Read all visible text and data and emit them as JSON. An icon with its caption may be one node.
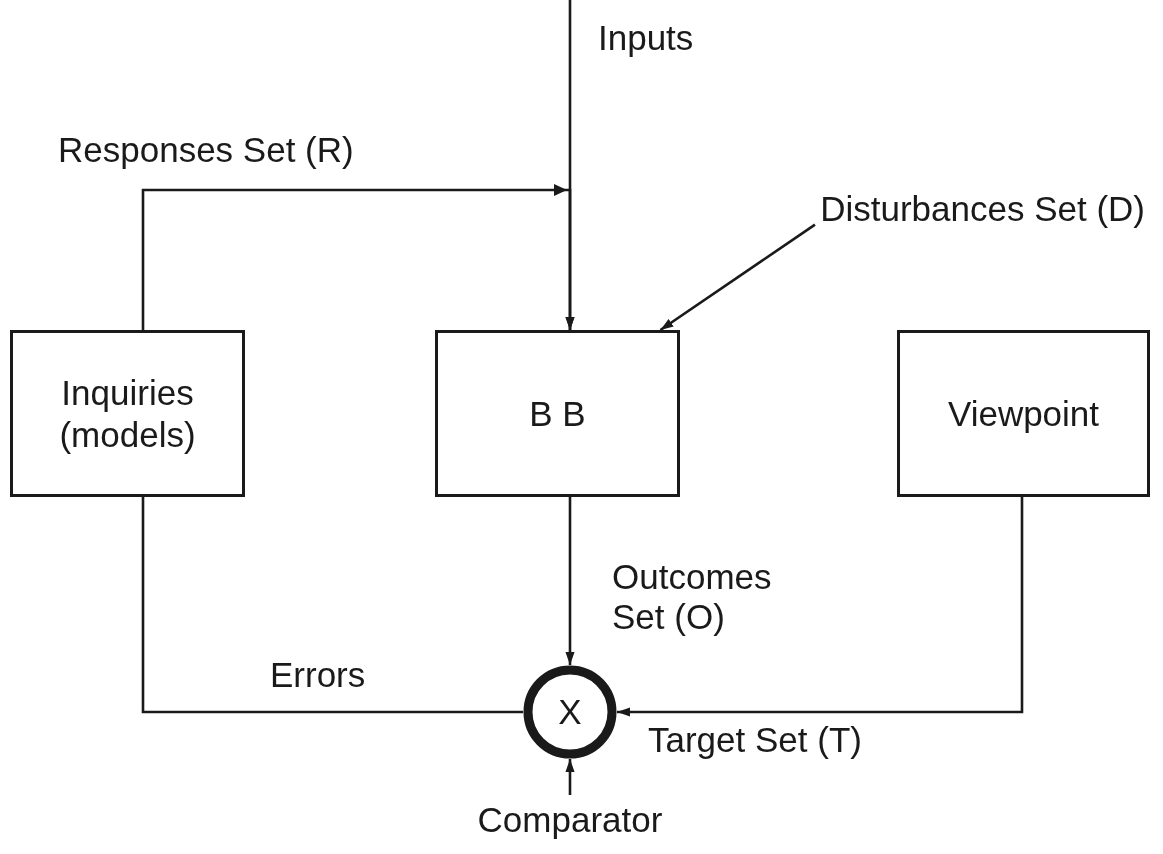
{
  "diagram": {
    "nodes": [
      {
        "text": [
          "Inquiries (models)"
        ]
      },
      {
        "text": [
          "B B"
        ]
      },
      {
        "text": [
          "Viewpoint"
        ]
      },
      {
        "text": [
          "X"
        ]
      },
      {
        "text": [
          "Disturbances Set (D)"
        ]
      },
      {
        "text": [
          "Comparator"
        ]
      }
    ],
    "edges": [
      {
        "from": null,
        "to": 1,
        "arrow": "to",
        "label": "Inputs"
      },
      {
        "from": 0,
        "to": 1,
        "arrow": "to",
        "label": "Responses Set (R)"
      },
      {
        "from": 4,
        "to": 1,
        "arrow": "to"
      },
      {
        "from": 1,
        "to": 3,
        "arrow": "to",
        "label": "Outcomes Set (O)"
      },
      {
        "from": 0,
        "to": 3,
        "arrow": "none",
        "label": "Errors"
      },
      {
        "from": 2,
        "to": 3,
        "arrow": "to",
        "label": "Target Set (T)"
      },
      {
        "from": 5,
        "to": 3,
        "arrow": "to"
      }
    ]
  }
}
